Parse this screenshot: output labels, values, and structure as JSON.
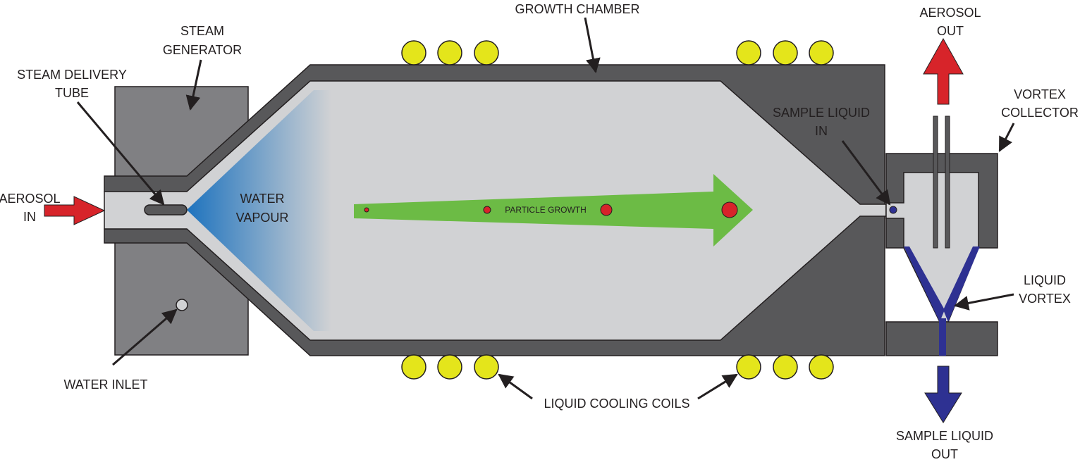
{
  "labels": {
    "steam_generator": [
      "STEAM",
      "GENERATOR"
    ],
    "steam_delivery_tube": [
      "STEAM DELIVERY",
      "TUBE"
    ],
    "aerosol_in": [
      "AEROSOL",
      "IN"
    ],
    "water_vapour": [
      "WATER",
      "VAPOUR"
    ],
    "water_inlet": "WATER INLET",
    "growth_chamber": "GROWTH CHAMBER",
    "particle_growth": "PARTICLE GROWTH",
    "liquid_cooling_coils": "LIQUID COOLING COILS",
    "sample_liquid_in": [
      "SAMPLE LIQUID",
      "IN"
    ],
    "aerosol_out": [
      "AEROSOL",
      "OUT"
    ],
    "vortex_collector": [
      "VORTEX",
      "COLLECTOR"
    ],
    "liquid_vortex": [
      "LIQUID",
      "VORTEX"
    ],
    "sample_liquid_out": [
      "SAMPLE LIQUID",
      "OUT"
    ]
  },
  "colors": {
    "wall": "#58585a",
    "interior": "#d1d2d4",
    "generator": "#808083",
    "vapour": "#1e73be",
    "growth_arrow": "#6cbb45",
    "particle": "#d7242a",
    "coil": "#e4e51b",
    "aerosol_arrow": "#d7242a",
    "liquid": "#2e3192"
  }
}
